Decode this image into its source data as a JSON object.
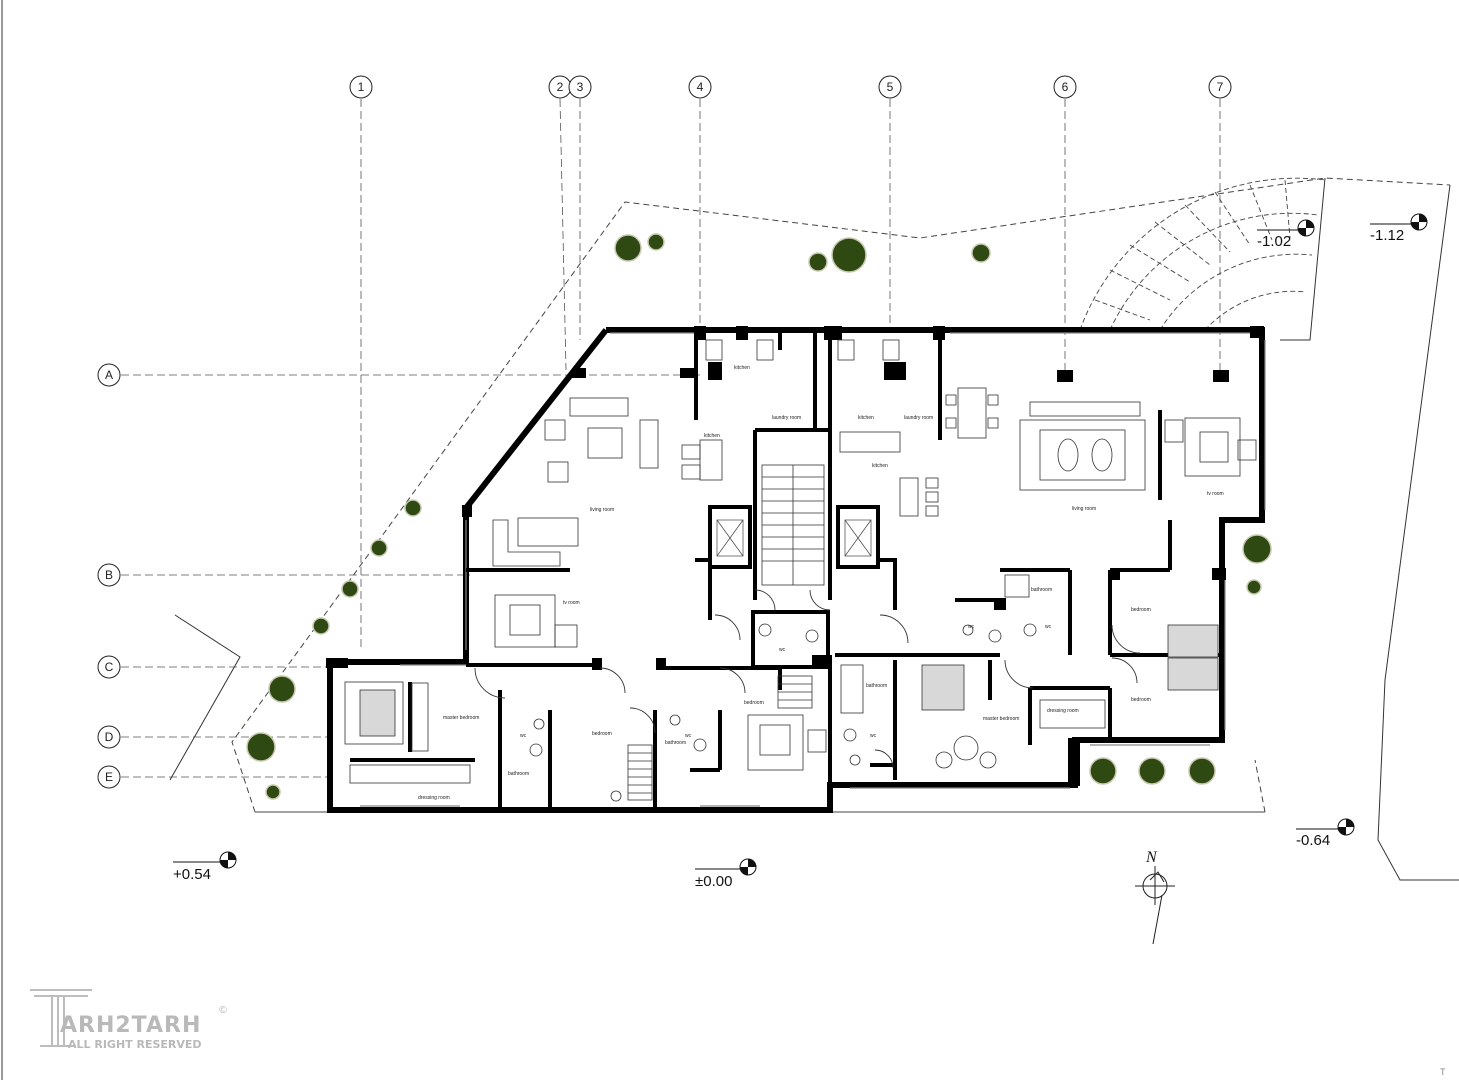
{
  "plan": {
    "grid_columns": [
      "1",
      "2",
      "3",
      "4",
      "5",
      "6",
      "7"
    ],
    "grid_rows": [
      "A",
      "B",
      "C",
      "D",
      "E"
    ],
    "levels": [
      "-1.02",
      "-1.12",
      "+0.54",
      "±0.00",
      "-0.64"
    ],
    "north": "N",
    "rooms": {
      "kitchen": "kitchen",
      "laundry": "laundry room",
      "living": "living room",
      "tv": "tv room",
      "master_bedroom": "master bedroom",
      "bedroom": "bedroom",
      "bathroom": "bathroom",
      "wc": "wc",
      "dressing": "dressing room"
    },
    "corner_mark": "T"
  },
  "watermark": {
    "brand": "ARH2TARH",
    "rights": "ALL RIGHT RESERVED",
    "symbol": "©"
  }
}
